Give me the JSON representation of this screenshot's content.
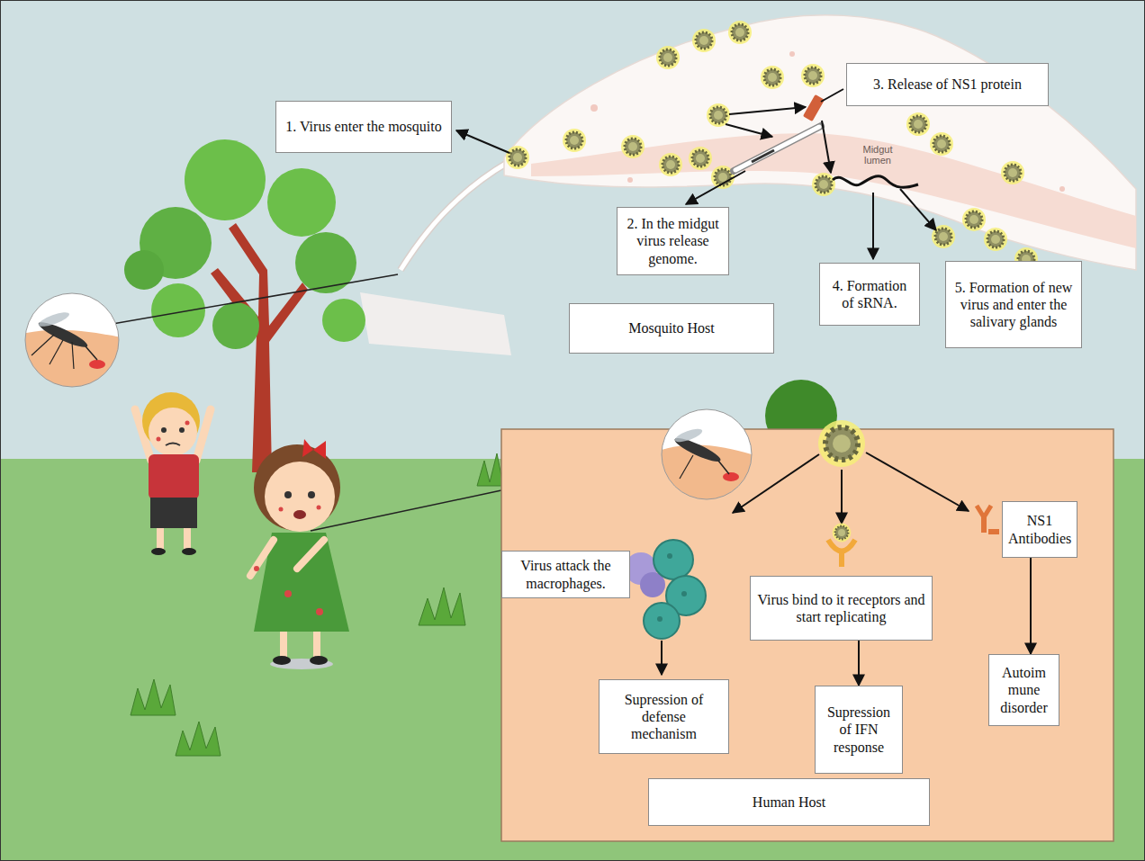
{
  "diagram": {
    "nodes": [
      {
        "text": [
          "1. Virus enter the mosquito"
        ]
      },
      {
        "text": [
          "2. In the midgut virus release genome."
        ]
      },
      {
        "text": [
          "3. Release of NS1 protein"
        ]
      },
      {
        "text": [
          "4. Formation of sRNA."
        ]
      },
      {
        "text": [
          "5. Formation of new virus and enter the salivary glands"
        ]
      },
      {
        "text": [
          "Mosquito Host"
        ]
      },
      {
        "text": [
          "Human Host"
        ]
      },
      {
        "text": [
          "Virus attack the macrophages."
        ],
        "in": 6
      },
      {
        "text": [
          "Supression of defense mechanism"
        ],
        "in": 6
      },
      {
        "text": [
          "Virus bind to it receptors and start replicating"
        ],
        "in": 6
      },
      {
        "text": [
          "Supression of IFN response"
        ],
        "in": 6
      },
      {
        "text": [
          "NS1 Antibodies"
        ],
        "in": 6
      },
      {
        "text": [
          "Autoim mune disorder"
        ],
        "in": 6
      }
    ],
    "edges": [
      {
        "from": 9,
        "to": 10,
        "arrow": "to"
      },
      {
        "from": 11,
        "to": 12,
        "arrow": "to"
      }
    ],
    "labels": [
      "Midgut lumen"
    ]
  }
}
